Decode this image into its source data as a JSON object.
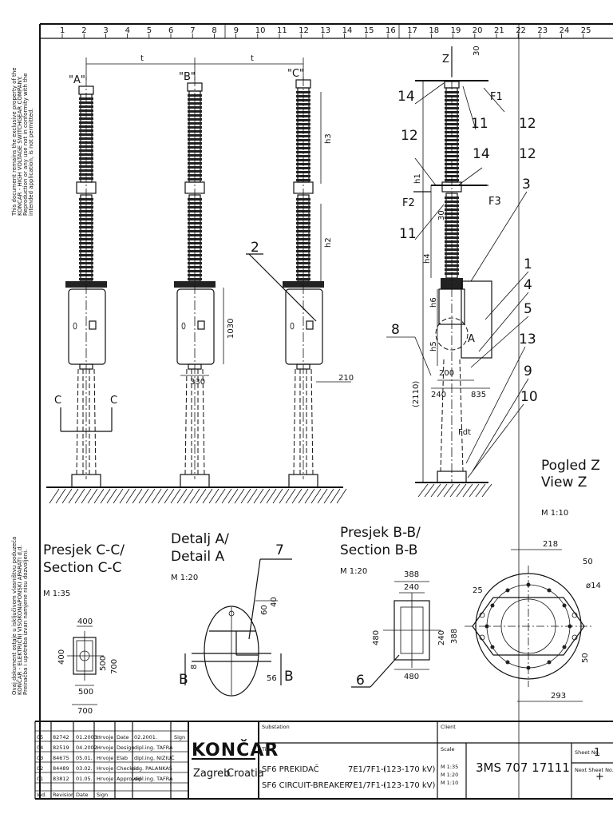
{
  "ruler": [
    "1",
    "2",
    "3",
    "4",
    "5",
    "6",
    "7",
    "8",
    "9",
    "10",
    "11",
    "12",
    "13",
    "14",
    "15",
    "16",
    "17",
    "18",
    "19",
    "20",
    "21",
    "22",
    "23",
    "24",
    "25"
  ],
  "phases": {
    "a": "\"A\"",
    "b": "\"B\"",
    "c": "\"C\""
  },
  "dims": {
    "t1": "t",
    "t2": "t",
    "h1": "h1",
    "h2": "h2",
    "h3": "h3",
    "h4": "h4",
    "h5": "h5",
    "h6": "h6",
    "d30a": "30",
    "d30b": "30",
    "d1030": "1030",
    "d330": "330",
    "d210": "210",
    "d2110": "(2110)",
    "d200": "200",
    "d240": "240",
    "d835": "835",
    "fdt": "Fdt",
    "labelA": "A",
    "f1": "F1",
    "f2": "F2",
    "f3": "F3",
    "z": "Z"
  },
  "section_marks": {
    "c1": "C",
    "c2": "C"
  },
  "callouts": {
    "c1": "1",
    "c2": "2",
    "c3": "3",
    "c4": "4",
    "c5": "5",
    "c6": "6",
    "c7": "7",
    "c8": "8",
    "c9": "9",
    "c10": "10",
    "c11a": "11",
    "c11b": "11",
    "c12a": "12",
    "c12b": "12",
    "c12c": "12",
    "c13": "13",
    "c14a": "14",
    "c14b": "14"
  },
  "views": {
    "cc": {
      "line1": "Presjek C-C/",
      "line2": "Section C-C",
      "scale": "M 1:35",
      "d400a": "400",
      "d400b": "400",
      "d500a": "500",
      "d700a": "700",
      "d500b": "500",
      "d700b": "700"
    },
    "detail": {
      "line1": "Detalj A/",
      "line2": "Detail A",
      "scale": "M 1:20",
      "d60": "60",
      "d40": "40",
      "d8": "8",
      "d56": "56",
      "b1": "B",
      "b2": "B"
    },
    "bb": {
      "line1": "Presjek B-B/",
      "line2": "Section B-B",
      "scale": "M 1:20",
      "d388a": "388",
      "d240a": "240",
      "d480a": "480",
      "d240b": "240",
      "d388b": "388",
      "d480b": "480"
    },
    "z": {
      "line1": "Pogled Z",
      "line2": "View Z",
      "scale": "M 1:10",
      "d218": "218",
      "d50a": "50",
      "d25": "25",
      "d14": "ø14",
      "d50b": "50",
      "d293": "293"
    }
  },
  "side_notes": {
    "upper": [
      "This document remains the exclusive property of the",
      "KONCAR - HIGH VOLTAGE SWITCHGEAR COMPANY.",
      "Reproduction or any use not in conformity with the",
      "intended application, is not permitted."
    ],
    "lower": [
      "Ovaj dokument ostaje u isključivom vlasništvu poduzeća",
      "KONČAR - ELEKTRIČNI VISOKONAPONSKI APARATI d.d.",
      "Preinačba i upotreba izvan namjene nisu dozvoljeni."
    ]
  },
  "revisions": [
    {
      "no": "05",
      "num": "82742",
      "date": "01.2003.",
      "sign": "Hrvoje"
    },
    {
      "no": "04",
      "num": "82519",
      "date": "04.2002.",
      "sign": "Hrvoje"
    },
    {
      "no": "03",
      "num": "84675",
      "date": "05.01.",
      "sign": "Hrvoje"
    },
    {
      "no": "02",
      "num": "84489",
      "date": "03.02.",
      "sign": "Hrvoje"
    },
    {
      "no": "01",
      "num": "83812",
      "date": "01.05.",
      "sign": "Hrvoje"
    }
  ],
  "rev_header": {
    "no": "Ind.",
    "num": "Revision",
    "date": "Date",
    "sign": "Sign"
  },
  "approvals": [
    {
      "role": "Date",
      "name": "02.2001.",
      "sign": "Sign"
    },
    {
      "role": "Design",
      "name": "dipl.ing. TAFRA",
      "sign": ""
    },
    {
      "role": "Elab",
      "name": "dipl.ing. NIZIUĆ",
      "sign": ""
    },
    {
      "role": "Checked",
      "name": "ing. PALANKAŠ",
      "sign": ""
    },
    {
      "role": "Approved",
      "name": "dipl.ing. TAFRA",
      "sign": ""
    }
  ],
  "title_block": {
    "company": "KONČAR",
    "city": "Zagreb",
    "country": "Croatia",
    "substation_label": "Substation",
    "client_label": "Client",
    "title_label": "Title",
    "title_hr": "SF6 PREKIDAČ",
    "title_en": "SF6 CIRCUIT-BREAKER",
    "type_hr": "7E1/7F1-I",
    "type_en": "7E1/7F1-I",
    "range_hr": "(123-170 kV)",
    "range_en": "(123-170 kV)",
    "scale_label": "Scale",
    "scales": [
      "M 1:35",
      "M 1:20",
      "M 1:10"
    ],
    "drawing_no": "3MS 707 17111",
    "sheet_label": "Sheet No.",
    "sheet_no": "1",
    "next_label": "Next Sheet No.",
    "next_no": "+"
  }
}
